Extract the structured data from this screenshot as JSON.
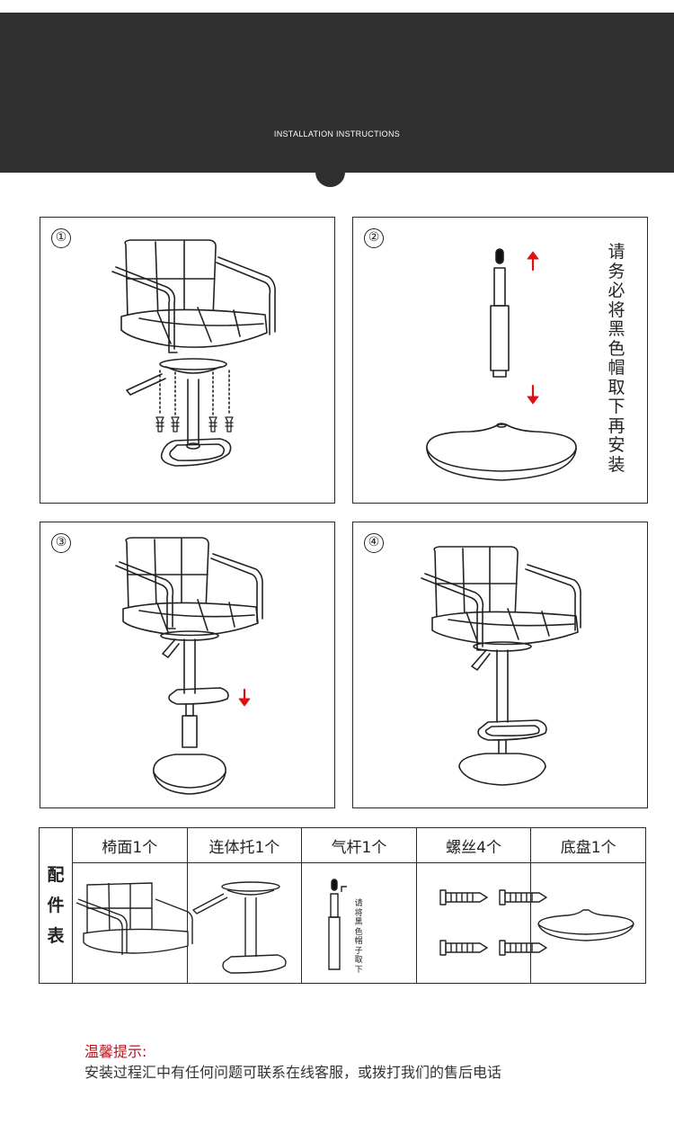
{
  "header": {
    "title": "INSTALLATION INSTRUCTIONS"
  },
  "steps": [
    {
      "number": "①"
    },
    {
      "number": "②",
      "note": [
        "请",
        "务",
        "必",
        "将",
        "黑",
        "色",
        "帽",
        "取",
        "下",
        "再",
        "安",
        "装"
      ]
    },
    {
      "number": "③"
    },
    {
      "number": "④"
    }
  ],
  "parts_table": {
    "side_label": [
      "配",
      "件",
      "表"
    ],
    "columns": [
      "椅面1个",
      "连体托1个",
      "气杆1个",
      "螺丝4个",
      "底盘1个"
    ],
    "gas_rod_note": [
      "请",
      "将",
      "黑",
      "色",
      "帽",
      "子",
      "取",
      "下"
    ]
  },
  "tips": {
    "title": "温馨提示:",
    "body": "安装过程汇中有任何问题可联系在线客服，或拨打我们的售后电话"
  },
  "colors": {
    "header_bg": "#2f2f2f",
    "arrow_red": "#e01010",
    "tip_red": "#c0121b"
  },
  "icons": [
    "up-arrow-icon",
    "down-arrow-icon",
    "black-cap-icon"
  ]
}
